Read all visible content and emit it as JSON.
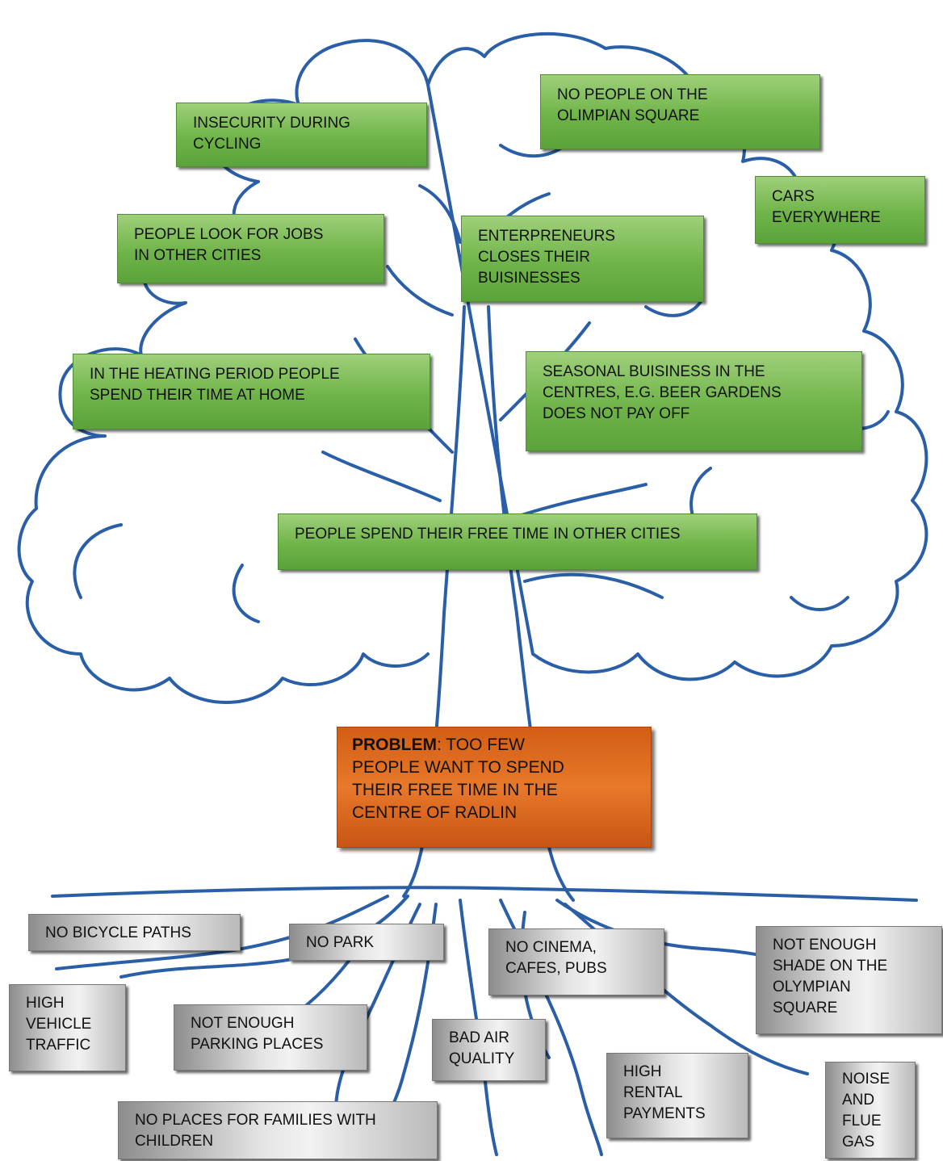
{
  "effects": [
    {
      "id": "insecurity",
      "text": "INSECURITY DURING\nCYCLING"
    },
    {
      "id": "no-people-square",
      "text": "NO PEOPLE ON THE\nOLIMPIAN SQUARE"
    },
    {
      "id": "cars",
      "text": "CARS\nEVERYWHERE"
    },
    {
      "id": "jobs",
      "text": "PEOPLE LOOK FOR JOBS\nIN OTHER CITIES"
    },
    {
      "id": "entrepreneurs",
      "text": "ENTERPRENEURS\nCLOSES THEIR\nBUISINESSES"
    },
    {
      "id": "heating",
      "text": "IN THE HEATING PERIOD PEOPLE\nSPEND THEIR TIME AT HOME"
    },
    {
      "id": "seasonal",
      "text": "SEASONAL BUISINESS IN THE\nCENTRES, E.G. BEER GARDENS\nDOES NOT PAY OFF"
    },
    {
      "id": "free-time",
      "text": "PEOPLE SPEND THEIR FREE TIME IN OTHER CITIES"
    }
  ],
  "problem": {
    "label": "PROBLEM",
    "separator": ":  ",
    "text": "TOO FEW\nPEOPLE WANT TO SPEND\nTHEIR FREE TIME IN THE\nCENTRE OF RADLIN"
  },
  "causes": [
    {
      "id": "bicycle-paths",
      "text": "NO BICYCLE PATHS"
    },
    {
      "id": "park",
      "text": "NO PARK"
    },
    {
      "id": "cinema",
      "text": "NO CINEMA,\nCAFES, PUBS"
    },
    {
      "id": "shade",
      "text": "NOT ENOUGH\nSHADE ON THE\nOLYMPIAN\nSQUARE"
    },
    {
      "id": "traffic",
      "text": "HIGH\nVEHICLE\nTRAFFIC"
    },
    {
      "id": "parking",
      "text": "NOT ENOUGH\nPARKING PLACES"
    },
    {
      "id": "air",
      "text": "BAD AIR\nQUALITY"
    },
    {
      "id": "rental",
      "text": "HIGH\nRENTAL\nPAYMENTS"
    },
    {
      "id": "noise",
      "text": "NOISE\nAND\nFLUE\nGAS"
    },
    {
      "id": "families",
      "text": "NO PLACES FOR FAMILIES WITH\nCHILDREN"
    }
  ],
  "colors": {
    "tree_outline": "#2a5fa8",
    "effect_box": "#6fb449",
    "cause_box": "#d9d9d9",
    "problem_box": "#e06c20"
  }
}
